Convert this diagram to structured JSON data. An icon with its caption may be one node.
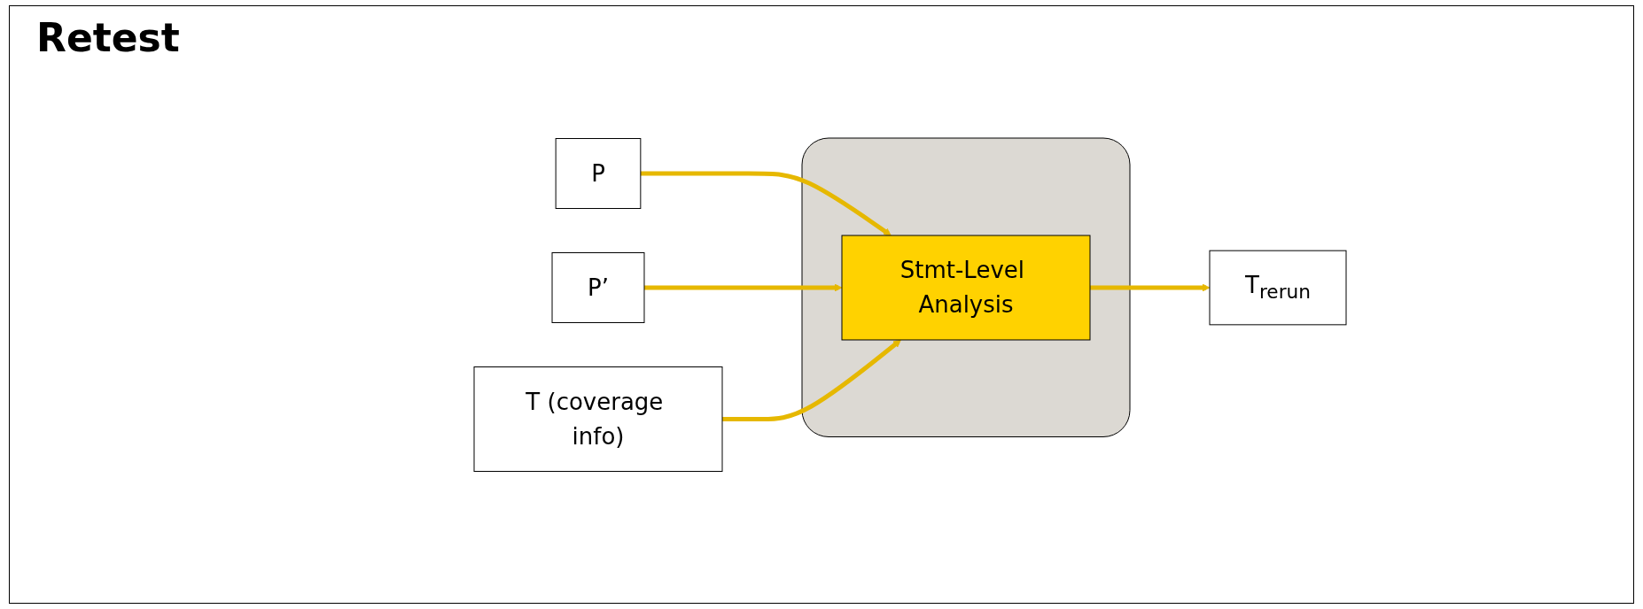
{
  "diagram": {
    "title": "Retest",
    "nodes": [
      {
        "text": [],
        "shape": "box"
      },
      {
        "text": [
          "T (coverage info)"
        ]
      },
      {
        "text": [
          "P"
        ]
      },
      {
        "text": [
          "P’"
        ]
      },
      {
        "text": [
          "Stmt-Level Analysis"
        ],
        "in": 0
      },
      {
        "text": [
          "T$_{rerun}$"
        ]
      }
    ],
    "edges": [
      {
        "from": 2,
        "to": 4,
        "arrow": "to"
      },
      {
        "from": 3,
        "to": 4,
        "arrow": "to"
      },
      {
        "from": 1,
        "to": 4,
        "arrow": "to"
      },
      {
        "from": 4,
        "to": 5,
        "arrow": "to"
      }
    ]
  }
}
